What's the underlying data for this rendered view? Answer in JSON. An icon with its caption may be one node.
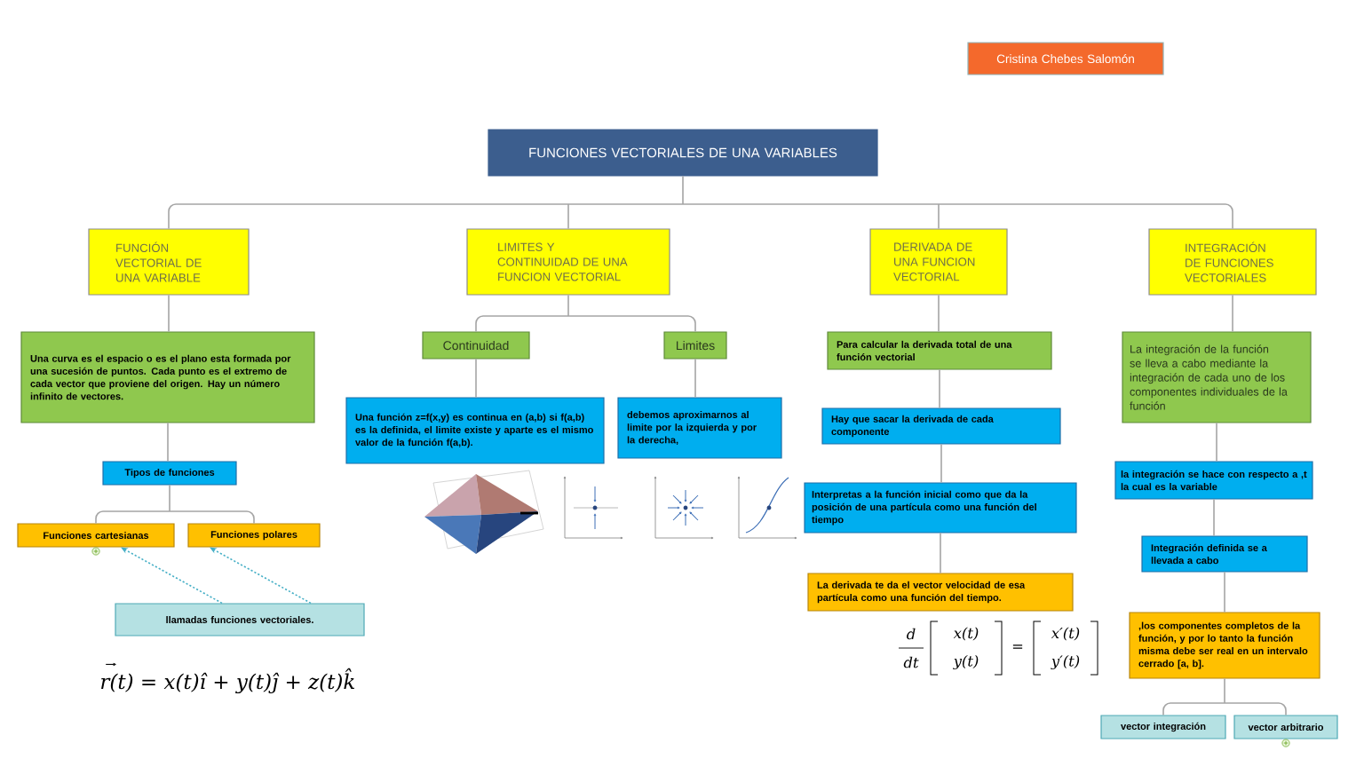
{
  "diagram": {
    "nodes": [
      {
        "text": [
          "Cristina Chebes Salomón"
        ]
      },
      {
        "text": [
          "FUNCIONES VECTORIALES DE UNA VARIABLES"
        ]
      },
      {
        "text": [
          "FUNCIÓN VECTORIAL DE UNA VARIABLE"
        ]
      },
      {
        "text": [
          "LIMITES Y CONTINUIDAD DE UNA FUNCION VECTORIAL"
        ]
      },
      {
        "text": [
          "DERIVADA DE UNA FUNCION VECTORIAL"
        ]
      },
      {
        "text": [
          "INTEGRACIÓN DE FUNCIONES VECTORIALES"
        ]
      },
      {
        "text": [
          "Una curva es el espacio o es el plano esta formada por una sucesión de puntos. Cada punto es el extremo de cada vector que proviene del origen. Hay un número infinito de vectores."
        ]
      },
      {
        "text": [
          "Tipos de funciones"
        ]
      },
      {
        "text": [
          "Funciones cartesianas"
        ]
      },
      {
        "text": [
          "Funciones polares"
        ]
      },
      {
        "text": [
          "llamadas funciones vectoriales."
        ]
      },
      {
        "text": [
          "Continuidad"
        ]
      },
      {
        "text": [
          "Limites"
        ]
      },
      {
        "text": [
          "Una función z=f(x,y) es continua en (a,b) si f(a,b) es la definida, el limite existe y aparte es el mismo valor de la función f(a,b)."
        ]
      },
      {
        "text": [
          "debemos aproximarnos al limite por la izquierda y por la derecha,"
        ]
      },
      {
        "text": [
          "Para calcular la derivada total de una función vectorial"
        ]
      },
      {
        "text": [
          "Hay que sacar la derivada de cada componente"
        ]
      },
      {
        "text": [
          "Interpretas a la función inicial como que da la posición de una partícula como una función del tiempo"
        ]
      },
      {
        "text": [
          "La derivada te da el vector velocidad de esa partícula como una función del tiempo."
        ]
      },
      {
        "text": [
          "La integración de la función se lleva a cabo mediante la integración de cada uno de los componentes individuales de la función"
        ]
      },
      {
        "text": [
          "la integración se hace con respecto a ,t la cual es la variable"
        ]
      },
      {
        "text": [
          "Integración definida se a llevada a cabo"
        ]
      },
      {
        "text": [
          ",los componentes completos de la función, y por lo tanto la función misma debe ser real en un intervalo cerrado [a, b]."
        ]
      },
      {
        "text": [
          "vector integración"
        ]
      },
      {
        "text": [
          "vector arbitrario"
        ]
      }
    ],
    "edges": [
      {
        "from": 1,
        "to": 2,
        "arrow": "none"
      },
      {
        "from": 1,
        "to": 3,
        "arrow": "none"
      },
      {
        "from": 1,
        "to": 4,
        "arrow": "none"
      },
      {
        "from": 1,
        "to": 5,
        "arrow": "none"
      },
      {
        "from": 2,
        "to": 6,
        "arrow": "none"
      },
      {
        "from": 6,
        "to": 7,
        "arrow": "none"
      },
      {
        "from": 7,
        "to": 8,
        "arrow": "none"
      },
      {
        "from": 7,
        "to": 9,
        "arrow": "none"
      },
      {
        "from": 10,
        "to": 8,
        "arrow": "to",
        "style": "dashed",
        "color": "#46afc6"
      },
      {
        "from": 10,
        "to": 9,
        "arrow": "to",
        "style": "dashed",
        "color": "#46afc6"
      },
      {
        "from": 3,
        "to": 11,
        "arrow": "none"
      },
      {
        "from": 3,
        "to": 12,
        "arrow": "none"
      },
      {
        "from": 11,
        "to": 13,
        "arrow": "none"
      },
      {
        "from": 12,
        "to": 14,
        "arrow": "none"
      },
      {
        "from": 4,
        "to": 15,
        "arrow": "none"
      },
      {
        "from": 15,
        "to": 16,
        "arrow": "none"
      },
      {
        "from": 16,
        "to": 17,
        "arrow": "none"
      },
      {
        "from": 17,
        "to": 18,
        "arrow": "none"
      },
      {
        "from": 5,
        "to": 19,
        "arrow": "none"
      },
      {
        "from": 19,
        "to": 20,
        "arrow": "none"
      },
      {
        "from": 20,
        "to": 21,
        "arrow": "none"
      },
      {
        "from": 21,
        "to": 22,
        "arrow": "none"
      },
      {
        "from": 22,
        "to": 23,
        "arrow": "none"
      },
      {
        "from": 22,
        "to": 24,
        "arrow": "none"
      }
    ],
    "labels": [
      "d",
      "dt",
      "x(t)",
      "y(t)",
      "=",
      "x′(t)",
      "y′(t)",
      "r(t) = x(t)î + y(t)ĵ + z(t)k̂"
    ]
  }
}
